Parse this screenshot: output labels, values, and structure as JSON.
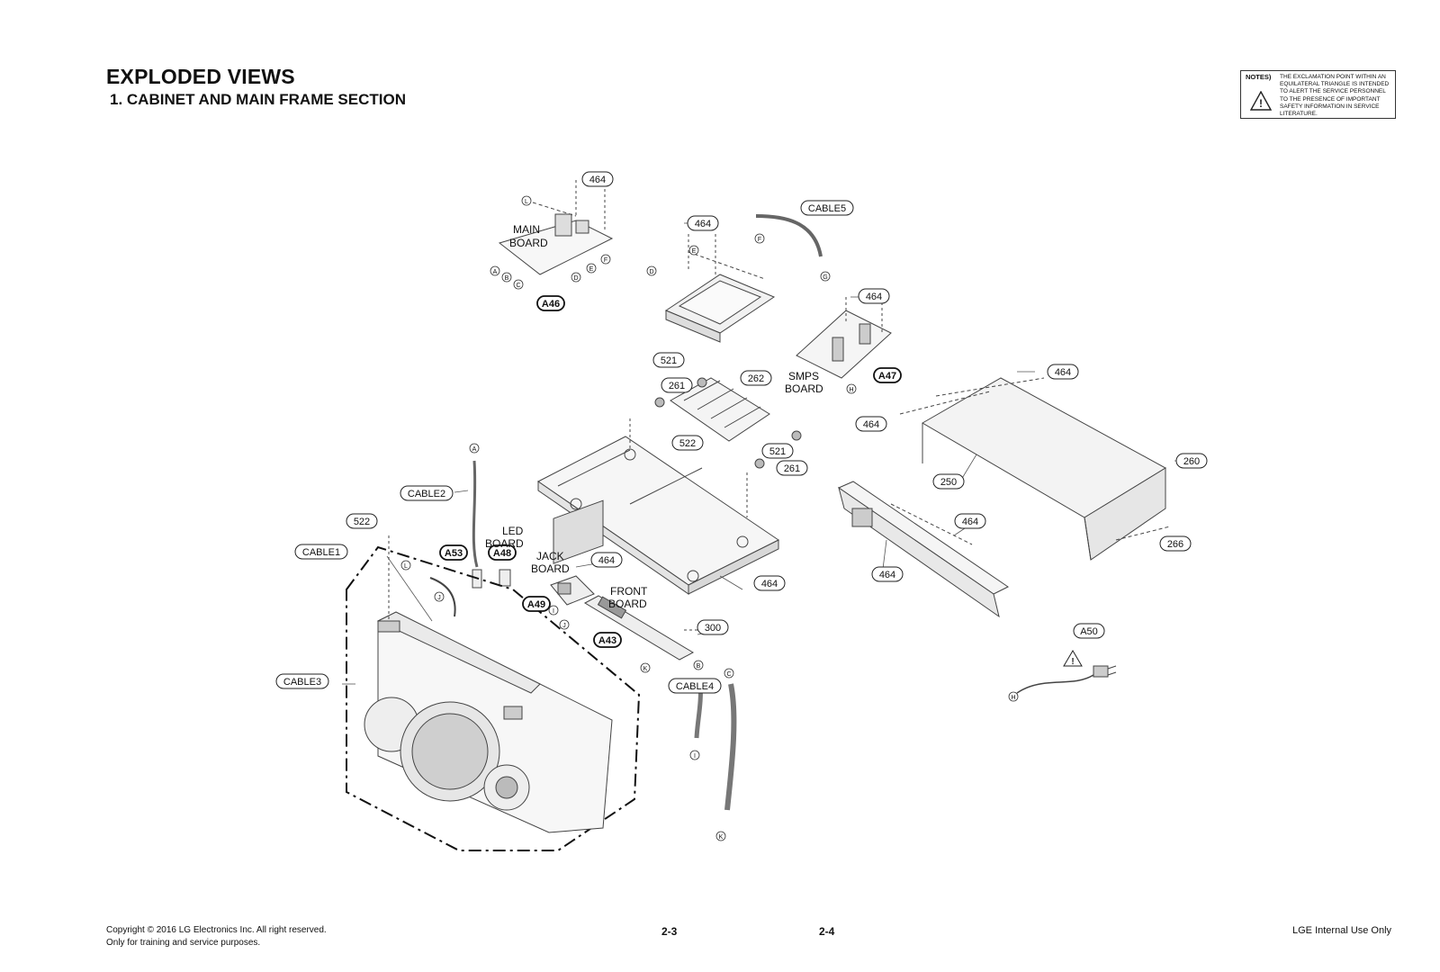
{
  "header": {
    "title": "EXPLODED VIEWS",
    "subtitle": "1. CABINET AND MAIN FRAME SECTION"
  },
  "notes": {
    "label": "NOTES)",
    "text": "THE EXCLAMATION POINT WITHIN AN EQUILATERAL TRIANGLE IS INTENDED TO ALERT THE SERVICE PERSONNEL TO THE PRESENCE OF IMPORTANT SAFETY INFORMATION IN SERVICE LITERATURE."
  },
  "diagram": {
    "part_labels": [
      "464",
      "464",
      "CABLE5",
      "464",
      "521",
      "261",
      "262",
      "464",
      "464",
      "522",
      "521",
      "261",
      "250",
      "CABLE2",
      "522",
      "CABLE1",
      "464",
      "464",
      "260",
      "266",
      "464",
      "464",
      "300",
      "A50",
      "CABLE3",
      "CABLE4"
    ],
    "assembly_labels": [
      "A46",
      "A47",
      "A53",
      "A48",
      "A49",
      "A43"
    ],
    "board_names": [
      "MAIN",
      "BOARD",
      "SMPS",
      "BOARD",
      "LED",
      "BOARD",
      "JACK",
      "BOARD",
      "FRONT",
      "BOARD"
    ],
    "connectors": [
      "L",
      "A",
      "B",
      "C",
      "D",
      "E",
      "F",
      "E",
      "D",
      "F",
      "G",
      "H",
      "A",
      "L",
      "J",
      "I",
      "J",
      "K",
      "B",
      "C",
      "I",
      "K",
      "H"
    ]
  },
  "footer": {
    "copyright": "Copyright © 2016 LG Electronics Inc. All right reserved.",
    "training": "Only for training and service purposes.",
    "page_left": "2-3",
    "page_right": "2-4",
    "internal": "LGE Internal Use Only"
  }
}
